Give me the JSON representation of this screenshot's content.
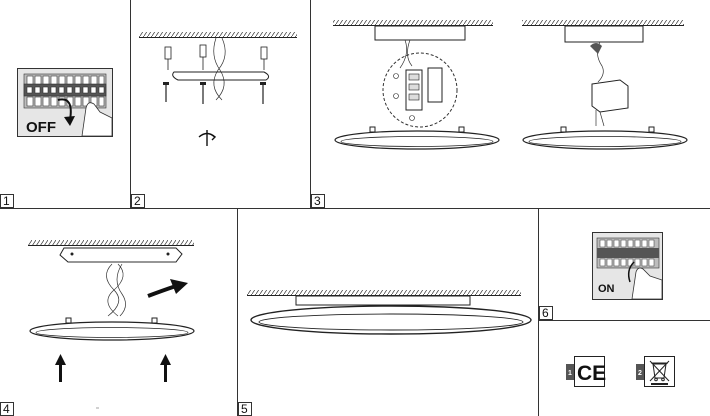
{
  "steps": [
    {
      "number": "1",
      "text": "OFF"
    },
    {
      "number": "2"
    },
    {
      "number": "3"
    },
    {
      "number": "4"
    },
    {
      "number": "5"
    },
    {
      "number": "6",
      "text": "ON"
    }
  ],
  "certifications": [
    {
      "number": "1",
      "mark": "CE",
      "icon": "ce-mark-icon"
    },
    {
      "number": "2",
      "icon": "weee-crossed-bin-icon"
    }
  ]
}
